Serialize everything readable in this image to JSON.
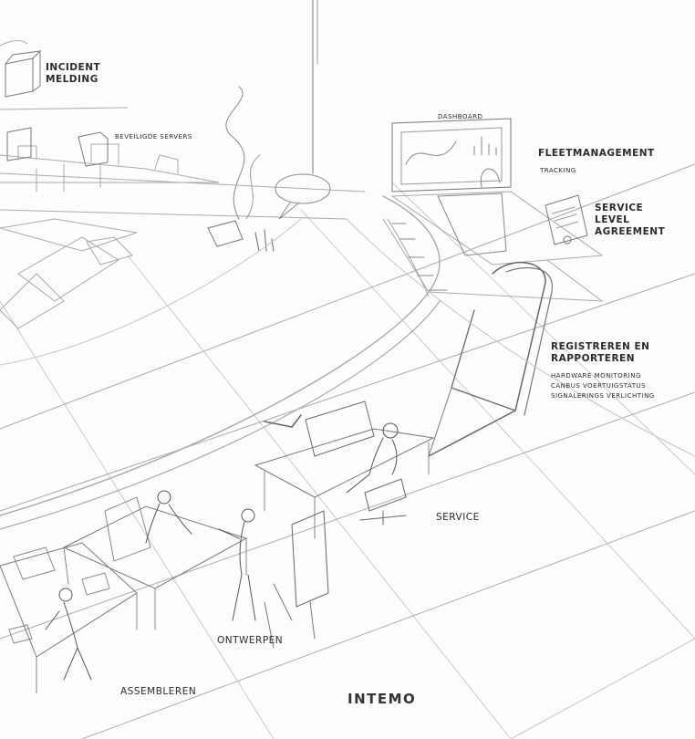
{
  "labels": {
    "incident": "Incident\nmelding",
    "servers": "beveiligde servers",
    "dashboard": "dashboard",
    "fleet": "fleetmanagement",
    "tracking": "tracking",
    "sla": "service\nlevel\nagreement",
    "registreren": "registreren en\nrapporteren",
    "registreren_items": [
      "hardware monitoring",
      "canbus voertuigstatus",
      "signalerings verlichting"
    ],
    "service": "service",
    "ontwerpen": "ontwerpen",
    "assembleren": "assembleren"
  },
  "logo": "intemo",
  "colors": {
    "pencil": "#9a9a9a",
    "pencil_dark": "#555555",
    "ink": "#2a2a2a"
  }
}
